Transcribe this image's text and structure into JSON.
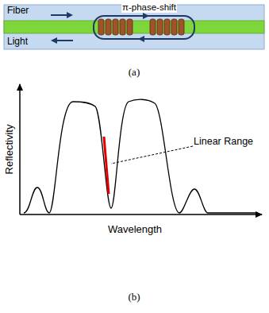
{
  "diagram": {
    "labels": [
      "Fiber",
      "π-phase-shift",
      "Light",
      "(a)",
      "Reflectivity",
      "Linear Range",
      "Wavelength",
      "(b)"
    ]
  }
}
